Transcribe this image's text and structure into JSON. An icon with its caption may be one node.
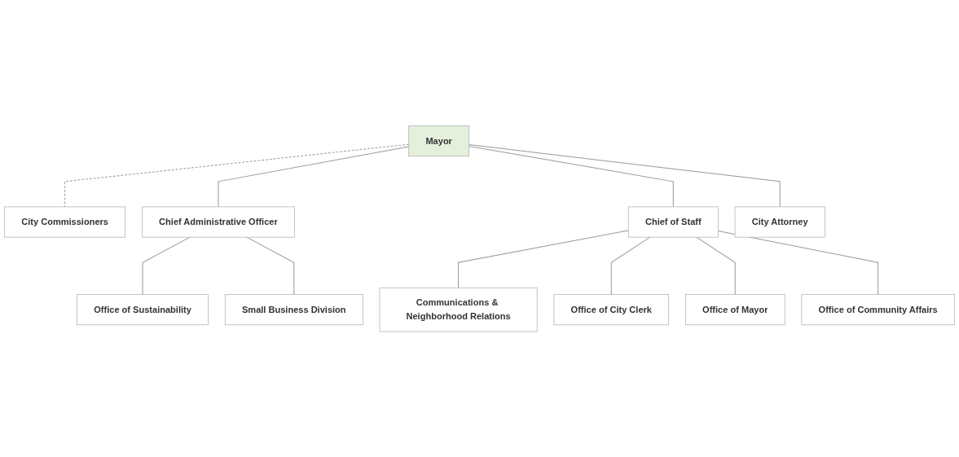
{
  "diagram": {
    "nodes": [
      {
        "text": [
          "Mayor"
        ]
      },
      {
        "text": [
          "City Commissioners"
        ]
      },
      {
        "text": [
          "Chief Administrative Officer"
        ]
      },
      {
        "text": [
          "Chief of Staff"
        ]
      },
      {
        "text": [
          "City Attorney"
        ]
      },
      {
        "text": [
          "Office of Sustainability"
        ]
      },
      {
        "text": [
          "Small Business Division"
        ]
      },
      {
        "text": [
          "Communications & Neighborhood Relations"
        ]
      },
      {
        "text": [
          "Office of City Clerk"
        ]
      },
      {
        "text": [
          "Office of Mayor"
        ]
      },
      {
        "text": [
          "Office of Community Affairs"
        ]
      }
    ],
    "edges": [
      {
        "from": 0,
        "to": 1,
        "arrow": "none",
        "style": "dashed"
      },
      {
        "from": 0,
        "to": 2,
        "arrow": "none"
      },
      {
        "from": 0,
        "to": 3,
        "arrow": "none"
      },
      {
        "from": 0,
        "to": 4,
        "arrow": "none"
      },
      {
        "from": 2,
        "to": 5,
        "arrow": "none"
      },
      {
        "from": 2,
        "to": 6,
        "arrow": "none"
      },
      {
        "from": 3,
        "to": 7,
        "arrow": "none"
      },
      {
        "from": 3,
        "to": 8,
        "arrow": "none"
      },
      {
        "from": 3,
        "to": 9,
        "arrow": "none"
      },
      {
        "from": 3,
        "to": 10,
        "arrow": "none"
      }
    ]
  }
}
